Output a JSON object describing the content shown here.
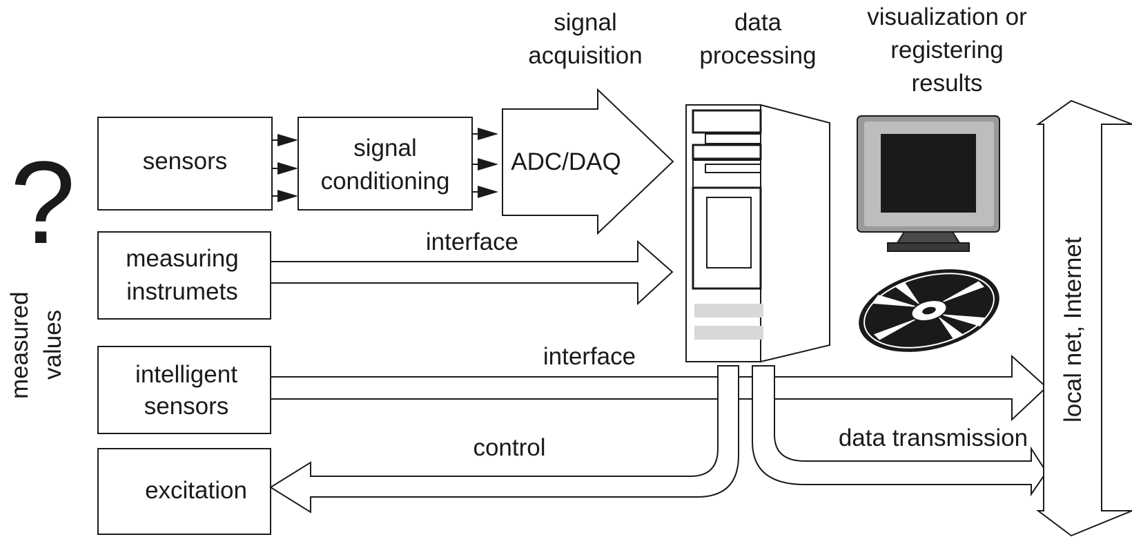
{
  "headers": {
    "signal_acquisition": [
      "signal",
      "acquisition"
    ],
    "data_processing": [
      "data",
      "processing"
    ],
    "visualization": [
      "visualization or",
      "registering",
      "results"
    ]
  },
  "question_mark": "?",
  "side_label": [
    "measured",
    "values"
  ],
  "boxes": {
    "sensors": [
      "sensors"
    ],
    "signal_conditioning": [
      "signal",
      "conditioning"
    ],
    "measuring_instruments": [
      "measuring",
      "instrumets"
    ],
    "intelligent_sensors": [
      "intelligent",
      "sensors"
    ],
    "excitation": [
      "excitation"
    ]
  },
  "adc": "ADC/DAQ",
  "arrows": {
    "interface_1": "interface",
    "interface_2": "interface",
    "control": "control",
    "data_transmission": "data transmission"
  },
  "network_label": "local net, Internet",
  "icons": {
    "computer": "tower-computer-icon",
    "monitor": "monitor-icon",
    "disc": "optical-disc-icon"
  }
}
